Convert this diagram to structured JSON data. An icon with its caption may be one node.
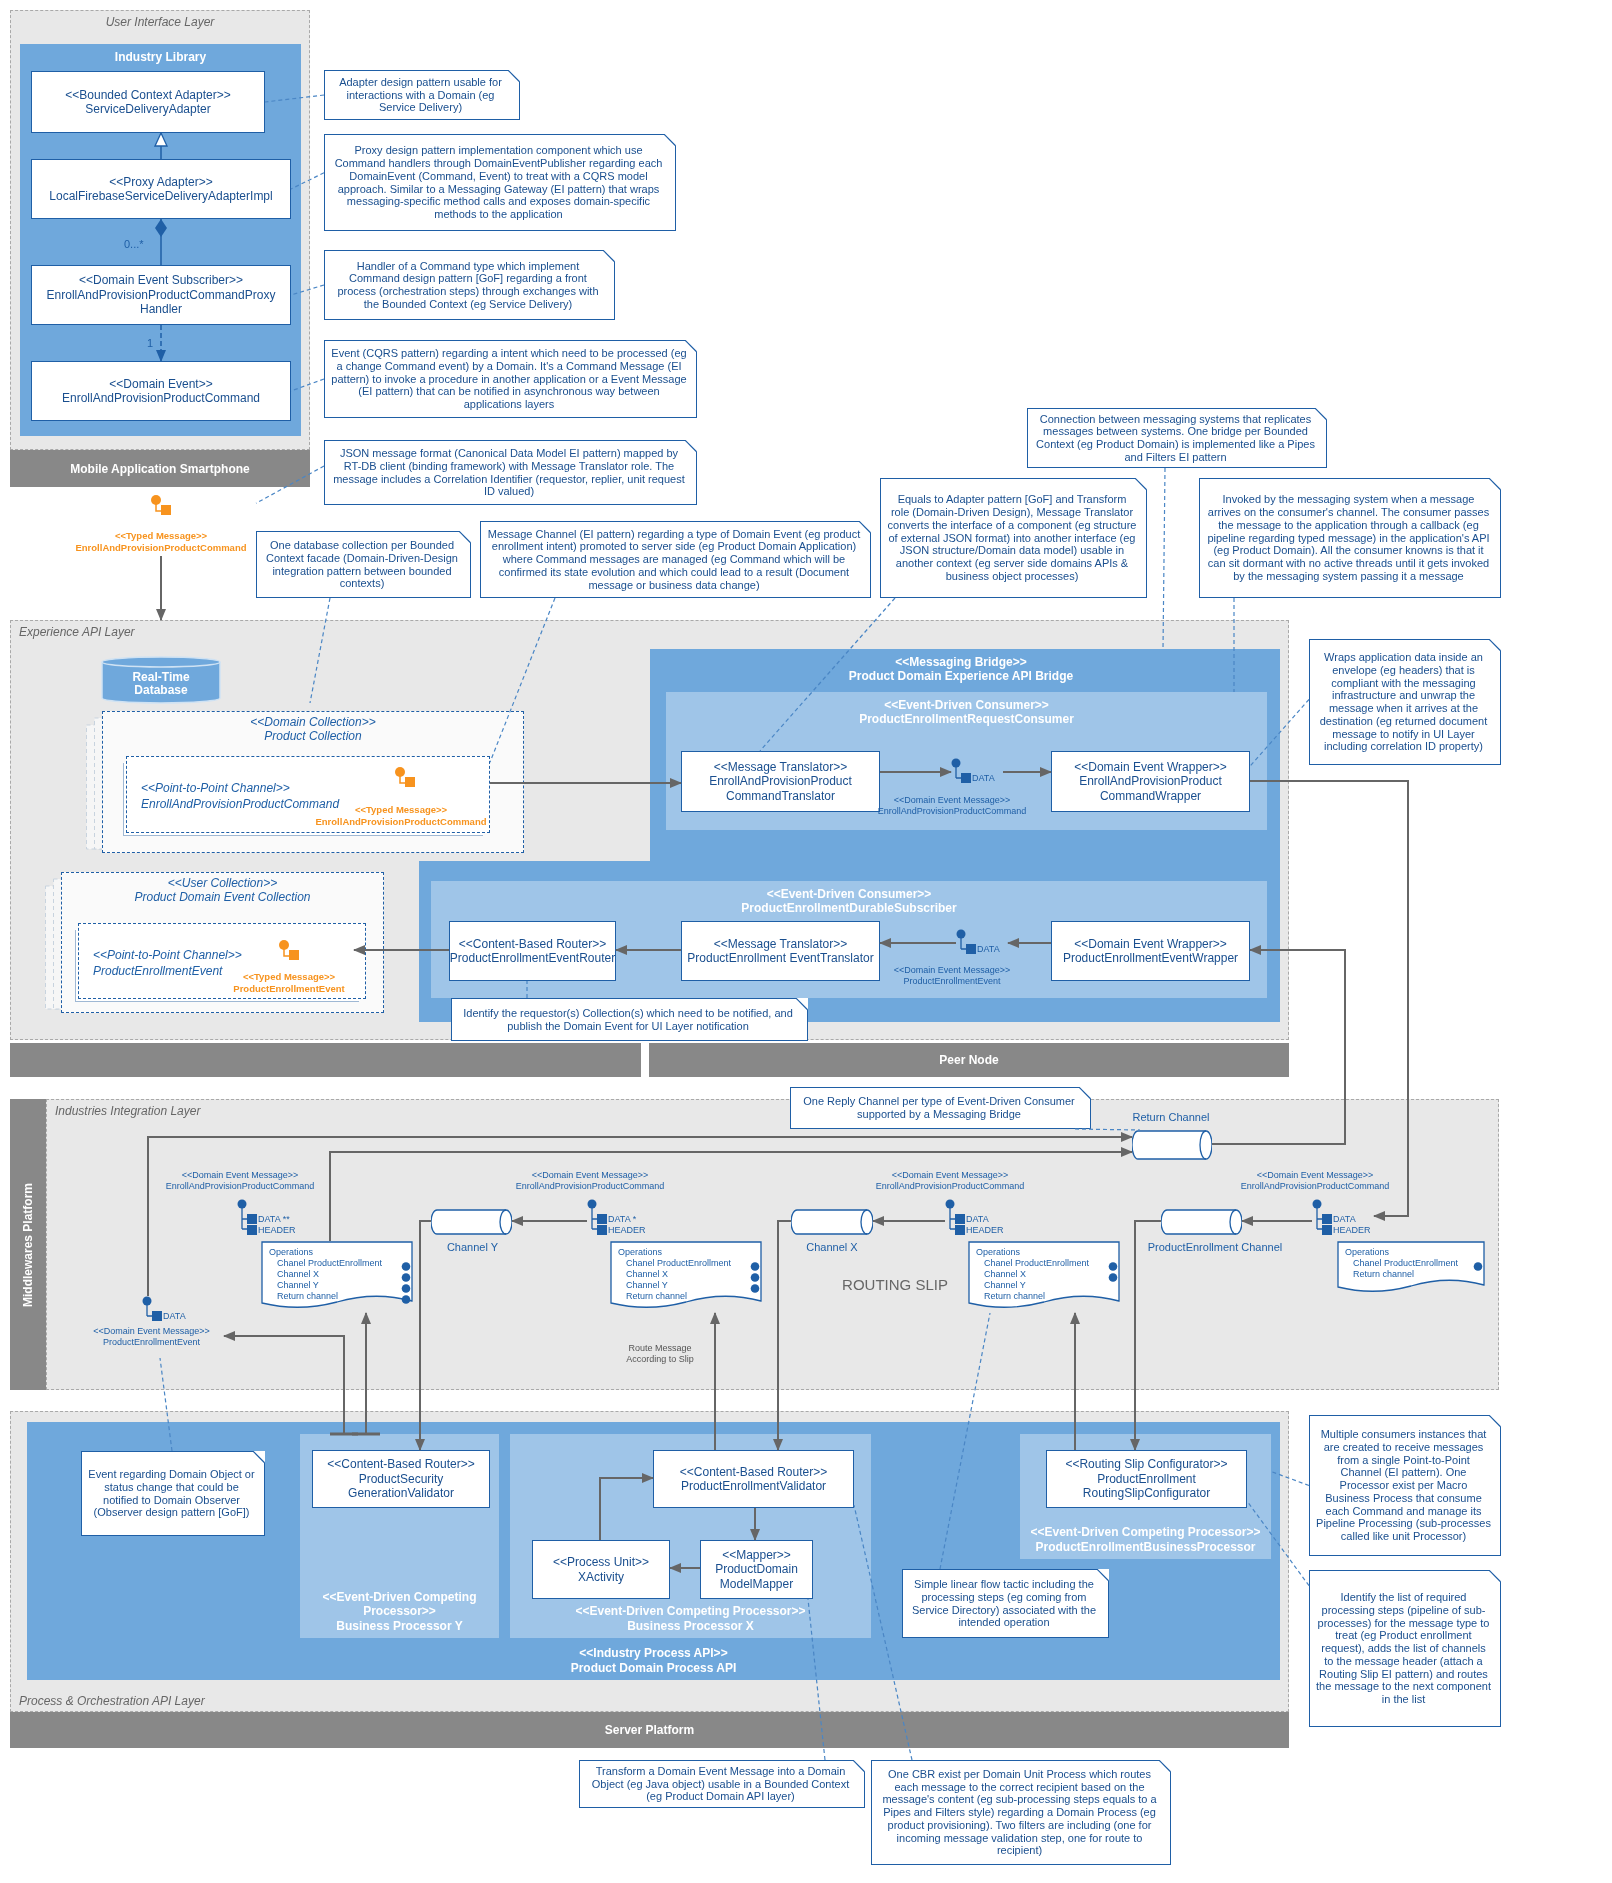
{
  "diagram": {
    "nodes": [
      {
        "text": [
          "User Interface Layer"
        ]
      },
      {
        "text": [
          "Industry Library"
        ],
        "in": 0
      },
      {
        "text": [
          "<<Bounded Context Adapter>>",
          "ServiceDeliveryAdapter"
        ],
        "in": 1
      },
      {
        "text": [
          "<<Proxy Adapter>>",
          "LocalFirebaseServiceDeliveryAdapterImpl"
        ],
        "in": 1
      },
      {
        "text": [
          "<<Domain Event Subscriber>>",
          "EnrollAndProvisionProductCommandProxy Handler"
        ],
        "in": 1
      },
      {
        "text": [
          "<<Domain Event>>",
          "EnrollAndProvisionProductCommand"
        ],
        "in": 1
      },
      {
        "text": [
          "Mobile Application Smartphone"
        ]
      },
      {
        "text": [
          "Adapter design pattern usable for interactions with a Domain (eg Service Delivery)"
        ]
      },
      {
        "text": [
          "Proxy design pattern implementation component which use Command handlers through DomainEventPublisher regarding each DomainEvent (Command, Event) to treat with a CQRS model approach. Similar to a Messaging Gateway (EI pattern) that wraps messaging-specific method calls and exposes domain-specific methods to the application"
        ]
      },
      {
        "text": [
          "Handler of a Command type which implement Command design pattern [GoF] regarding a front process (orchestration steps) through exchanges with the Bounded Context (eg Service Delivery)"
        ]
      },
      {
        "text": [
          "Event (CQRS pattern) regarding a intent which need to be processed (eg a change Command event) by a Domain. It's a Command Message (EI pattern) to invoke a procedure in another application or a Event Message (EI pattern) that can be notified in asynchronous way between applications layers"
        ]
      },
      {
        "text": [
          "JSON message format (Canonical Data Model EI pattern) mapped by RT-DB client (binding framework) with Message Translator role. The message includes a Correlation Identifier (requestor, replier, unit request ID valued)"
        ]
      },
      {
        "text": [
          "<<Typed Message>>",
          "EnrollAndProvisionProductCommand"
        ]
      },
      {
        "text": [
          "Connection between messaging systems that replicates messages between systems. One bridge per Bounded Context (eg Product Domain) is implemented like a Pipes and Filters EI pattern"
        ]
      },
      {
        "text": [
          "Equals to Adapter pattern [GoF] and Transform role (Domain-Driven Design), Message Translator converts the interface of a component (eg structure of external JSON format) into another interface (eg JSON structure/Domain data model) usable in another context (eg server side domains APIs & business object processes)"
        ]
      },
      {
        "text": [
          "Invoked by the messaging system when a message arrives on the consumer's channel. The consumer passes the message to the application through a callback (eg pipeline regarding typed message) in the application's API (eg Product Domain). All the consumer knowns is that it can sit dormant with no active threads until it gets invoked by the messaging system passing it a message"
        ]
      },
      {
        "text": [
          "One database collection per Bounded Context facade (Domain-Driven-Design integration pattern between bounded contexts)"
        ]
      },
      {
        "text": [
          "Message Channel (EI pattern) regarding a type of Domain Event (eg product enrollment intent) promoted to server side (eg Product Domain Application) where Command messages are managed (eg Command which will be confirmed its state evolution and which could lead to a result (Document message or business data change)"
        ]
      },
      {
        "text": [
          "Experience API Layer"
        ]
      },
      {
        "text": [
          "Real-Time Database"
        ],
        "in": 18
      },
      {
        "text": [
          "<<Domain Collection>>",
          "Product Collection"
        ],
        "in": 18
      },
      {
        "text": [
          "<<Point-to-Point Channel>>",
          "EnrollAndProvisionProductCommand"
        ],
        "in": 20
      },
      {
        "text": [
          "<<Typed Message>>",
          "EnrollAndProvisionProductCommand"
        ],
        "in": 21
      },
      {
        "text": [
          "<<Messaging Bridge>>",
          "Product Domain Experience API Bridge"
        ],
        "in": 18
      },
      {
        "text": [
          "<<Event-Driven Consumer>>",
          "ProductEnrollmentRequestConsumer"
        ],
        "in": 23
      },
      {
        "text": [
          "<<Message Translator>>",
          "EnrollAndProvisionProduct CommandTranslator"
        ],
        "in": 24
      },
      {
        "text": [
          "DATA"
        ],
        "beside": [
          "<<Domain Event Message>>",
          "EnrollAndProvisionProductCommand"
        ],
        "in": 24
      },
      {
        "text": [
          "<<Domain Event Wrapper>>",
          "EnrollAndProvisionProduct CommandWrapper"
        ],
        "in": 24
      },
      {
        "text": [
          "Wraps application data inside an envelope (eg headers) that is compliant with the messaging infrastructure and unwrap the message when it arrives at the destination (eg returned document message to notify in UI Layer including correlation ID property)"
        ]
      },
      {
        "text": [
          "<<User Collection>>",
          "Product Domain Event Collection"
        ],
        "in": 18
      },
      {
        "text": [
          "<<Point-to-Point Channel>>",
          "ProductEnrollmentEvent"
        ],
        "in": 29
      },
      {
        "text": [
          "<<Typed Message>>",
          "ProductEnrollmentEvent"
        ],
        "in": 30
      },
      {
        "text": [
          "<<Event-Driven Consumer>>",
          "ProductEnrollmentDurableSubscriber"
        ],
        "in": 23
      },
      {
        "text": [
          "<<Content-Based Router>>",
          "ProductEnrollmentEventRouter"
        ],
        "in": 32
      },
      {
        "text": [
          "<<Message Translator>>",
          "ProductEnrollment EventTranslator"
        ],
        "in": 32
      },
      {
        "text": [
          "DATA"
        ],
        "beside": [
          "<<Domain Event Message>>",
          "ProductEnrollmentEvent"
        ],
        "in": 32
      },
      {
        "text": [
          "<<Domain Event Wrapper>>",
          "ProductEnrollmentEventWrapper"
        ],
        "in": 32
      },
      {
        "text": [
          "Identify the requestor(s) Collection(s) which need to be notified, and publish the Domain Event for UI Layer notification"
        ],
        "in": 18
      },
      {
        "text": [],
        "shape": "bar"
      },
      {
        "text": [
          "Peer Node"
        ]
      },
      {
        "text": [
          "Industries Integration Layer"
        ]
      },
      {
        "text": [
          "Middlewares Platform"
        ]
      },
      {
        "text": [
          "One Reply Channel per type of Event-Driven Consumer supported by a Messaging Bridge"
        ]
      },
      {
        "text": [],
        "shape": "cylinder",
        "beside": [
          "Return Channel"
        ],
        "in": 40
      },
      {
        "text": [
          "DATA **",
          "HEADER"
        ],
        "beside": [
          "<<Domain Event Message>>",
          "EnrollAndProvisionProductCommand"
        ],
        "in": 40
      },
      {
        "text": [
          "Operations",
          "Chanel ProductEnrollment",
          "Channel X",
          "Channel Y",
          "Return channel"
        ],
        "in": 40
      },
      {
        "text": [],
        "shape": "cylinder",
        "beside": [
          "Channel Y"
        ],
        "in": 40
      },
      {
        "text": [
          "DATA *",
          "HEADER"
        ],
        "beside": [
          "<<Domain Event Message>>",
          "EnrollAndProvisionProductCommand"
        ],
        "in": 40
      },
      {
        "text": [
          "Operations",
          "Chanel ProductEnrollment",
          "Channel X",
          "Channel Y",
          "Return channel"
        ],
        "in": 40
      },
      {
        "text": [],
        "shape": "cylinder",
        "beside": [
          "Channel X"
        ],
        "in": 40
      },
      {
        "text": [
          "DATA",
          "HEADER"
        ],
        "beside": [
          "<<Domain Event Message>>",
          "EnrollAndProvisionProductCommand"
        ],
        "in": 40
      },
      {
        "text": [
          "Operations",
          "Chanel ProductEnrollment",
          "Channel X",
          "Channel Y",
          "Return channel"
        ],
        "in": 40
      },
      {
        "text": [],
        "shape": "cylinder",
        "beside": [
          "ProductEnrollment Channel"
        ],
        "in": 40
      },
      {
        "text": [
          "DATA",
          "HEADER"
        ],
        "beside": [
          "<<Domain Event Message>>",
          "EnrollAndProvisionProductCommand"
        ],
        "in": 40
      },
      {
        "text": [
          "Operations",
          "Chanel ProductEnrollment",
          "Return channel"
        ],
        "in": 40
      },
      {
        "text": [
          "DATA",
          "<<Domain Event Message>>",
          "ProductEnrollmentEvent"
        ],
        "in": 40
      },
      {
        "text": [
          "Process & Orchestration API Layer"
        ]
      },
      {
        "text": [
          "<<Industry Process API>>",
          "Product Domain Process API"
        ],
        "in": 56
      },
      {
        "text": [
          "Event regarding Domain Object or status change that could be notified to Domain Observer (Observer design pattern [GoF])"
        ],
        "in": 57
      },
      {
        "text": [
          "<<Event-Driven Competing Processor>>",
          "Business Processor Y"
        ],
        "in": 57
      },
      {
        "text": [
          "<<Content-Based Router>>",
          "ProductSecurity GenerationValidator"
        ],
        "in": 59
      },
      {
        "text": [
          "<<Event-Driven Competing Processor>>",
          "Business Processor X"
        ],
        "in": 57
      },
      {
        "text": [
          "<<Content-Based Router>>",
          "ProductEnrollmentValidator"
        ],
        "in": 61
      },
      {
        "text": [
          "<<Process Unit>>",
          "XActivity"
        ],
        "in": 61
      },
      {
        "text": [
          "<<Mapper>>",
          "ProductDomain ModelMapper"
        ],
        "in": 61
      },
      {
        "text": [
          "Simple linear flow tactic including the processing steps (eg coming from Service Directory) associated with the intended operation"
        ],
        "in": 57
      },
      {
        "text": [
          "<<Event-Driven Competing Processor>>",
          "ProductEnrollmentBusinessProcessor"
        ],
        "in": 57
      },
      {
        "text": [
          "<<Routing Slip Configurator>>",
          "ProductEnrollment RoutingSlipConfigurator"
        ],
        "in": 66
      },
      {
        "text": [
          "Server Platform"
        ]
      },
      {
        "text": [
          "Multiple consumers instances that are created to receive messages from a single Point-to-Point Channel (EI pattern). One Processor exist per Macro Business Process that consume each Command and manage its Pipeline Processing (sub-processes called like unit Processor)"
        ]
      },
      {
        "text": [
          "Identify the list of required processing steps (pipeline of sub-processes) for the message type to treat (eg Product enrollment request), adds the list of channels to the message header (attach a Routing Slip EI pattern) and routes the message to the next component in the list"
        ]
      },
      {
        "text": [
          "Transform a Domain Event Message into a Domain Object (eg Java object) usable in a Bounded Context (eg Product Domain API layer)"
        ]
      },
      {
        "text": [
          "One CBR exist per Domain Unit Process which routes each message to the correct recipient based on the message's content (eg sub-processing steps equals to a Pipes and Filters style) regarding a Domain Process (eg product provisioning). Two filters are including (one for incoming message validation step, one for route to recipient)"
        ]
      }
    ],
    "edges": [
      {
        "from": 3,
        "to": 2,
        "arrow": "to",
        "color": "#1f5fa6"
      },
      {
        "from": 4,
        "to": 3,
        "arrow": "other",
        "label": "0...*",
        "color": "#1f5fa6"
      },
      {
        "from": 4,
        "to": 5,
        "arrow": "to",
        "label": "1",
        "style": "dashed",
        "color": "#1f5fa6"
      },
      {
        "from": 7,
        "to": 2,
        "arrow": "none",
        "style": "dashed",
        "color": "#4a86c5"
      },
      {
        "from": 8,
        "to": 3,
        "arrow": "none",
        "style": "dashed",
        "color": "#4a86c5"
      },
      {
        "from": 9,
        "to": 4,
        "arrow": "none",
        "style": "dashed",
        "color": "#4a86c5"
      },
      {
        "from": 10,
        "to": 5,
        "arrow": "none",
        "style": "dashed",
        "color": "#4a86c5"
      },
      {
        "from": 11,
        "to": 12,
        "arrow": "none",
        "style": "dashed",
        "color": "#4a86c5"
      },
      {
        "from": 12,
        "to": 18,
        "arrow": "to"
      },
      {
        "from": 13,
        "to": 23,
        "arrow": "none",
        "style": "dashed",
        "color": "#4a86c5"
      },
      {
        "from": 14,
        "to": 25,
        "arrow": "none",
        "style": "dashed",
        "color": "#4a86c5"
      },
      {
        "from": 15,
        "to": 24,
        "arrow": "none",
        "style": "dashed",
        "color": "#4a86c5"
      },
      {
        "from": 16,
        "to": 20,
        "arrow": "none",
        "style": "dashed",
        "color": "#4a86c5"
      },
      {
        "from": 17,
        "to": 21,
        "arrow": "none",
        "style": "dashed",
        "color": "#4a86c5"
      },
      {
        "from": 22,
        "to": 25,
        "arrow": "to"
      },
      {
        "from": 25,
        "to": 26,
        "arrow": "to"
      },
      {
        "from": 26,
        "to": 27,
        "arrow": "to"
      },
      {
        "from": 28,
        "to": 27,
        "arrow": "none",
        "style": "dashed",
        "color": "#4a86c5"
      },
      {
        "from": 27,
        "to": 53,
        "arrow": "to"
      },
      {
        "from": 36,
        "to": 35,
        "arrow": "to"
      },
      {
        "from": 35,
        "to": 34,
        "arrow": "to"
      },
      {
        "from": 34,
        "to": 33,
        "arrow": "to"
      },
      {
        "from": 33,
        "to": 31,
        "arrow": "to"
      },
      {
        "from": 37,
        "to": 33,
        "arrow": "none",
        "style": "dashed",
        "color": "#4a86c5"
      },
      {
        "from": 43,
        "to": 36,
        "arrow": "to"
      },
      {
        "from": 55,
        "to": 43,
        "arrow": "to"
      },
      {
        "from": 45,
        "to": 43,
        "arrow": "to"
      },
      {
        "from": 42,
        "to": 43,
        "arrow": "none",
        "style": "dashed",
        "color": "#4a86c5"
      },
      {
        "from": 53,
        "to": 52,
        "arrow": "to"
      },
      {
        "from": 52,
        "to": 67,
        "arrow": "to"
      },
      {
        "from": 67,
        "to": 51,
        "arrow": "to"
      },
      {
        "from": 50,
        "to": 49,
        "arrow": "to"
      },
      {
        "from": 49,
        "to": 62,
        "arrow": "to"
      },
      {
        "from": 62,
        "to": 48,
        "arrow": "to"
      },
      {
        "from": 47,
        "to": 46,
        "arrow": "to"
      },
      {
        "from": 46,
        "to": 60,
        "arrow": "to"
      },
      {
        "from": 59,
        "to": 45,
        "arrow": "to"
      },
      {
        "from": 59,
        "to": 55,
        "arrow": "to"
      },
      {
        "from": 62,
        "to": 64,
        "arrow": "to"
      },
      {
        "from": 64,
        "to": 63,
        "arrow": "to"
      },
      {
        "from": 63,
        "to": 62,
        "arrow": "to"
      },
      {
        "from": 58,
        "to": 55,
        "arrow": "none",
        "style": "dashed",
        "color": "#4a86c5"
      },
      {
        "from": 65,
        "to": 51,
        "arrow": "none",
        "style": "dashed",
        "color": "#4a86c5"
      },
      {
        "from": 69,
        "to": 66,
        "arrow": "none",
        "style": "dashed",
        "color": "#4a86c5"
      },
      {
        "from": 70,
        "to": 67,
        "arrow": "none",
        "style": "dashed",
        "color": "#4a86c5"
      },
      {
        "from": 71,
        "to": 64,
        "arrow": "none",
        "style": "dashed",
        "color": "#4a86c5"
      },
      {
        "from": 72,
        "to": 62,
        "arrow": "none",
        "style": "dashed",
        "color": "#4a86c5"
      }
    ],
    "labels": [
      "ROUTING SLIP",
      "Route Message According to Slip"
    ]
  }
}
